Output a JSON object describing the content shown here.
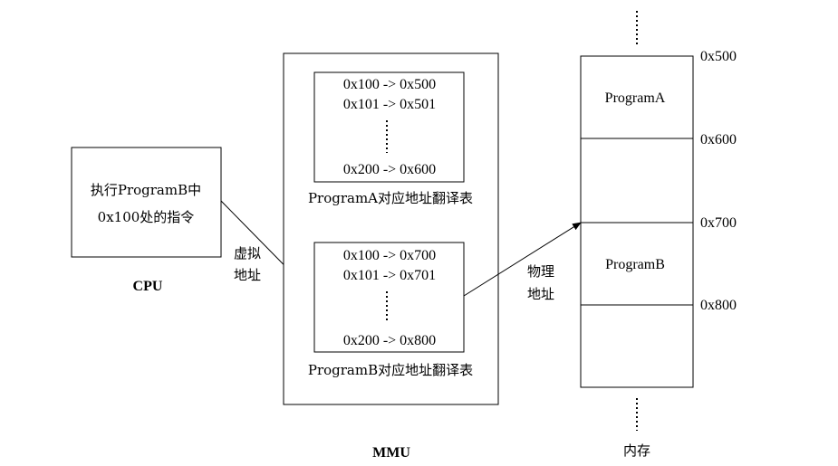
{
  "cpu": {
    "line1": "执行ProgramB中",
    "line2": "0x100处的指令",
    "label": "CPU"
  },
  "virtual_address": {
    "line1": "虚拟",
    "line2": "地址"
  },
  "physical_address": {
    "line1": "物理",
    "line2": "地址"
  },
  "mmu": {
    "label": "MMU",
    "table_a": {
      "rows": [
        "0x100 -> 0x500",
        "0x101 -> 0x501",
        "0x200 -> 0x600"
      ],
      "caption": "ProgramA对应地址翻译表"
    },
    "table_b": {
      "rows": [
        "0x100 -> 0x700",
        "0x101 -> 0x701",
        "0x200 -> 0x800"
      ],
      "caption": "ProgramB对应地址翻译表"
    }
  },
  "memory": {
    "label": "内存",
    "segment_a": "ProgramA",
    "segment_b": "ProgramB",
    "addresses": [
      "0x500",
      "0x600",
      "0x700",
      "0x800"
    ]
  }
}
